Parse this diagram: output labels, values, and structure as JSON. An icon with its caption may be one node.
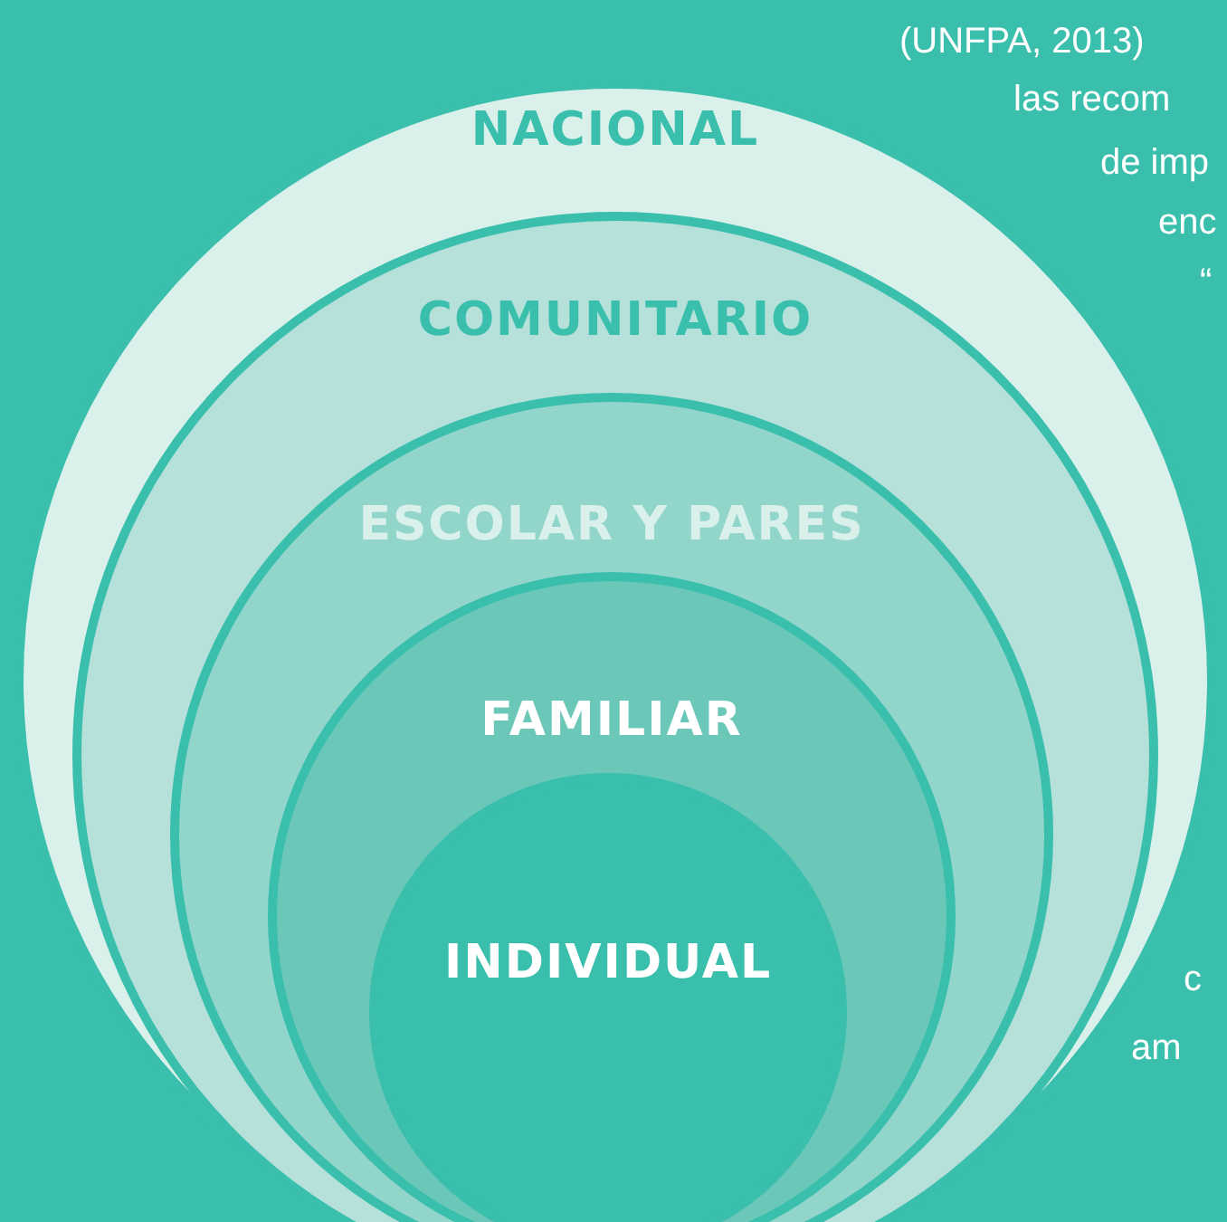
{
  "diagram": {
    "nodes": [
      {
        "text": [
          "NACIONAL"
        ]
      },
      {
        "text": [
          "COMUNITARIO"
        ],
        "in": 0
      },
      {
        "text": [
          "ESCOLAR Y PARES"
        ],
        "in": 1
      },
      {
        "text": [
          "FAMILIAR"
        ],
        "in": 2
      },
      {
        "text": [
          "INDIVIDUAL"
        ],
        "in": 3
      }
    ],
    "labels": [
      "(UNFPA, 2013)",
      "las recom",
      "de imp",
      "enc",
      "“",
      "c",
      "am"
    ]
  }
}
